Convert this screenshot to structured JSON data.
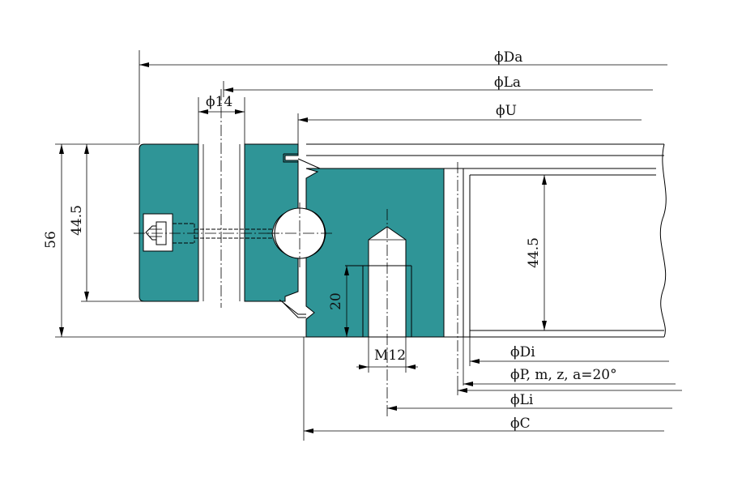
{
  "labels": {
    "phi_Da": "ϕDa",
    "phi_La": "ϕLa",
    "phi_U": "ϕU",
    "phi_14": "ϕ14",
    "dim_56": "56",
    "dim_44_5_left": "44.5",
    "dim_44_5_right": "44.5",
    "dim_20": "20",
    "M12": "M12",
    "phi_Di": "ϕDi",
    "phi_P": "ϕP, m, z,  a=20°",
    "phi_Li": "ϕLi",
    "phi_C": "ϕC"
  },
  "colors": {
    "section_fill": "#2f9597",
    "line": "#000000",
    "background": "#ffffff"
  }
}
